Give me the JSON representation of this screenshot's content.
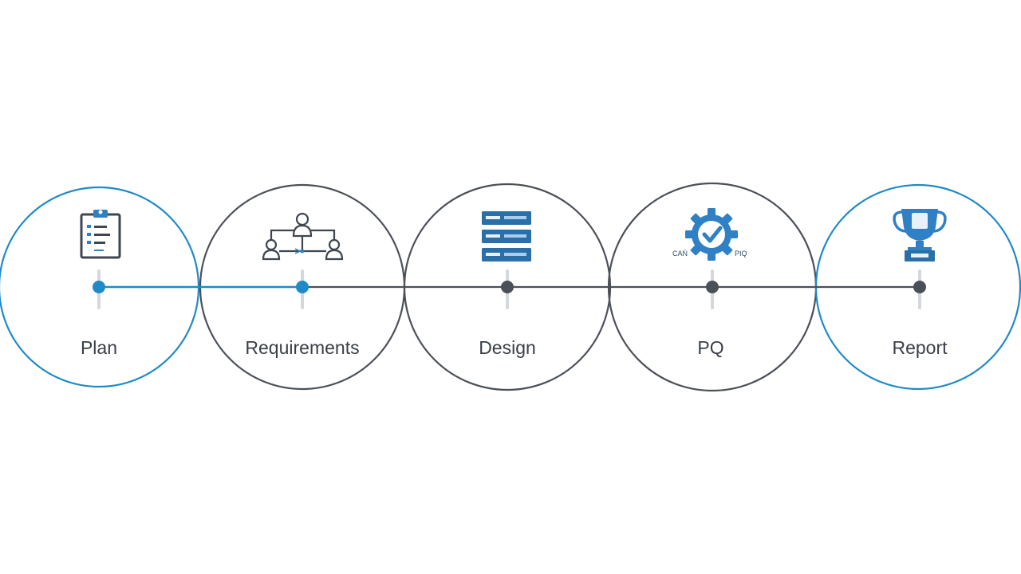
{
  "colors": {
    "accent": "#1e8ac7",
    "neutral": "#4b5058",
    "tick": "#d4d8dd",
    "icon_dark": "#3f4650",
    "icon_blue": "#2f80c4"
  },
  "stages": [
    {
      "label": "Plan",
      "icon": "clipboard-checklist-icon",
      "status": "active"
    },
    {
      "label": "Requirements",
      "icon": "user-hierarchy-icon",
      "status": "active"
    },
    {
      "label": "Design",
      "icon": "server-rack-icon",
      "status": "pending"
    },
    {
      "label": "PQ",
      "icon": "gear-check-icon",
      "status": "pending"
    },
    {
      "label": "Report",
      "icon": "trophy-icon",
      "status": "pending"
    }
  ],
  "icon_text": {
    "gear_left": "CAŃ",
    "gear_right": "PIQ"
  }
}
